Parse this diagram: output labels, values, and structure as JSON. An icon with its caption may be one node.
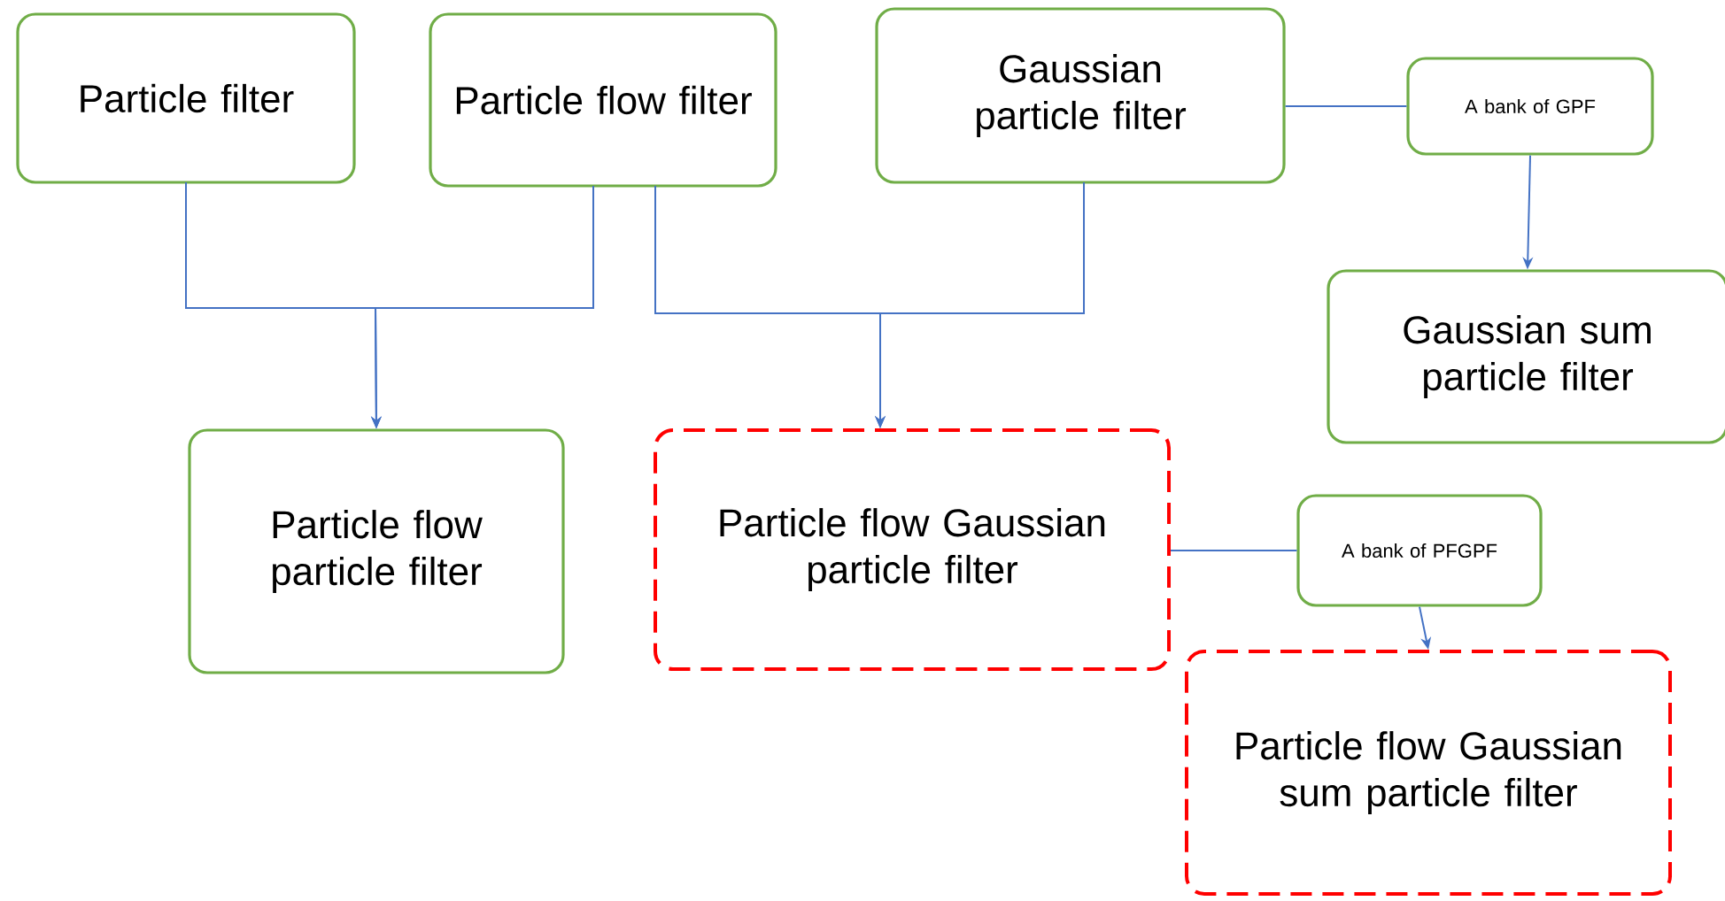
{
  "diagram": {
    "nodes": [
      {
        "text": [
          "Particle filter"
        ]
      },
      {
        "text": [
          "Particle flow filter"
        ]
      },
      {
        "text": [
          "Gaussian particle filter"
        ]
      },
      {
        "text": [
          "A bank of GPF"
        ]
      },
      {
        "text": [
          "Gaussian sum particle filter"
        ]
      },
      {
        "text": [
          "Particle flow particle filter"
        ]
      },
      {
        "text": [
          "Particle flow Gaussian particle filter"
        ]
      },
      {
        "text": [
          "A bank of PFGPF"
        ]
      },
      {
        "text": [
          "Particle flow Gaussian sum particle filter"
        ]
      }
    ],
    "edges": [
      {
        "from": 0,
        "to": 5,
        "arrow": "to"
      },
      {
        "from": 1,
        "to": 5,
        "arrow": "to"
      },
      {
        "from": 1,
        "to": 6,
        "arrow": "to"
      },
      {
        "from": 2,
        "to": 6,
        "arrow": "to"
      },
      {
        "from": 2,
        "to": 3,
        "arrow": "none"
      },
      {
        "from": 3,
        "to": 4,
        "arrow": "to"
      },
      {
        "from": 6,
        "to": 7,
        "arrow": "none"
      },
      {
        "from": 7,
        "to": 8,
        "arrow": "to"
      }
    ]
  }
}
